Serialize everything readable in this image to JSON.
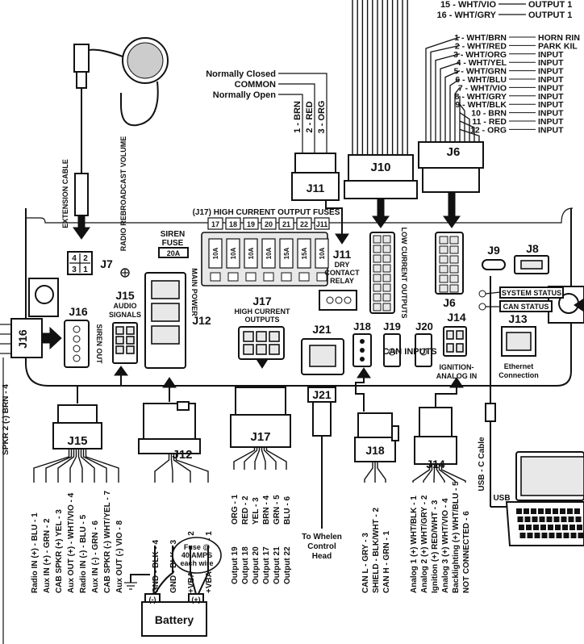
{
  "top_right_outputs": [
    "15 - WHT/VIO",
    "16 - WHT/GRY"
  ],
  "top_right_output_names": [
    "OUTPUT 1",
    "OUTPUT 1"
  ],
  "j6_wires": [
    {
      "wire": "1 - WHT/BRN",
      "name": "HORN RIN"
    },
    {
      "wire": "2 - WHT/RED",
      "name": "PARK KIL"
    },
    {
      "wire": "3 - WHT/ORG",
      "name": "INPUT"
    },
    {
      "wire": "4 - WHT/YEL",
      "name": "INPUT"
    },
    {
      "wire": "5 - WHT/GRN",
      "name": "INPUT"
    },
    {
      "wire": "6 - WHT/BLU",
      "name": "INPUT"
    },
    {
      "wire": "7 - WHT/VIO",
      "name": "INPUT"
    },
    {
      "wire": "8 - WHT/GRY",
      "name": "INPUT"
    },
    {
      "wire": "9 - WHT/BLK",
      "name": "INPUT"
    },
    {
      "wire": "10 - BRN",
      "name": "INPUT"
    },
    {
      "wire": "11 - RED",
      "name": "INPUT"
    },
    {
      "wire": "12 - ORG",
      "name": "INPUT"
    }
  ],
  "relay_contacts": [
    "Normally Closed",
    "COMMON",
    "Normally Open"
  ],
  "j11_wires": [
    "1 - BRN",
    "2 - RED",
    "3 - ORG"
  ],
  "extension_cable": "EXTENSION CABLE",
  "radio_rebroadcast": "RADIO REBROADCAST VOLUME",
  "labels": {
    "j10": "J10",
    "j6": "J6",
    "j11": "J11",
    "j7": "J7",
    "j8": "J8",
    "j9": "J9",
    "j11_dry": "J11",
    "dry": "DRY",
    "contact": "CONTACT",
    "relay": "RELAY",
    "fuses_title": "(J17) HIGH CURRENT OUTPUT FUSES",
    "siren_fuse_1": "SIREN",
    "siren_fuse_2": "FUSE",
    "siren_fuse_rating": "20A",
    "low_current": "LOW CURRENT OUTPUTS",
    "j6_board": "J6",
    "system_status": "SYSTEM STATUS",
    "can_status": "CAN STATUS",
    "j13": "J13",
    "ethernet_1": "Ethernet",
    "ethernet_2": "Connection",
    "j14": "J14",
    "ignition_1": "IGNITION-",
    "ignition_2": "ANALOG IN",
    "j16": "J16",
    "siren_out": "SIREN OUT",
    "j15": "J15",
    "audio_1": "AUDIO",
    "audio_2": "SIGNALS",
    "j12": "J12",
    "main_power": "MAIN POWER",
    "j17": "J17",
    "high_current_1": "HIGH CURRENT",
    "high_current_2": "OUTPUTS",
    "j21": "J21",
    "j18": "J18",
    "j19": "J19",
    "j20": "J20",
    "can_inputs": "CAN INPUTS",
    "j16_left": "J16",
    "spkr2": "SPKR 2 (-) BRN - 4",
    "j15_lower": "J15",
    "j12_lower": "J12",
    "j17_lower": "J17",
    "j21_lower": "J21",
    "to_whelen_1": "To Whelen",
    "to_whelen_2": "Control",
    "to_whelen_3": "Head",
    "j18_lower": "J18",
    "j14_lower": "J14",
    "usb_cable": "USB - C Cable",
    "usb": "USB",
    "battery": "Battery",
    "batt_neg": "(-)",
    "batt_pos": "(+)",
    "fuse_note_1": "Fuse @",
    "fuse_note_2": "40 AMPS",
    "fuse_note_3": "each wire"
  },
  "fuse_numbers": [
    "17",
    "18",
    "19",
    "20",
    "21",
    "22",
    "J11"
  ],
  "fuse_ratings": [
    "10A",
    "10A",
    "10A",
    "10A",
    "15A",
    "15A",
    "10A"
  ],
  "j7_pins": [
    "4",
    "2",
    "3",
    "1"
  ],
  "j15_wires": [
    "Radio IN (+) - BLU - 1",
    "Aux IN (+) - GRN - 2",
    "CAB SPKR (+) YEL - 3",
    "Aux OUT (+) - WHT/VIO - 4",
    "Radio IN (-) - BLU - 5",
    "Aux IN (-) - GRN - 6",
    "CAB SPKR (-) WHT/YEL - 7",
    "Aux OUT (-) VIO - 8"
  ],
  "j12_wires": [
    "GND - BLK - 4",
    "GND - BLK - 3",
    "+VBAT - RED - 2",
    "+VBAT - RED - 1"
  ],
  "j17_wires": [
    "ORG - 1",
    "RED - 2",
    "YEL - 3",
    "BRN - 4",
    "GRN - 5",
    "BLU - 6"
  ],
  "j17_outputs": [
    "Output 19",
    "Output 18",
    "Output 20",
    "Output 17",
    "Output 21",
    "Output 22"
  ],
  "j18_wires": [
    "CAN L - GRY - 3",
    "SHIELD - BLK/WHT - 2",
    "CAN H - GRN - 1"
  ],
  "j14_wires": [
    "Analog 1 (+) WHT/BLK - 1",
    "Analog 2 (+) WHT/GRY - 2",
    "Ignition (+) RED/WHT - 3",
    "Analog 3 (+) WHT/VIO - 4",
    "Backlighting (+) WHT/BLU - 5",
    "NOT CONNECTED - 6"
  ]
}
